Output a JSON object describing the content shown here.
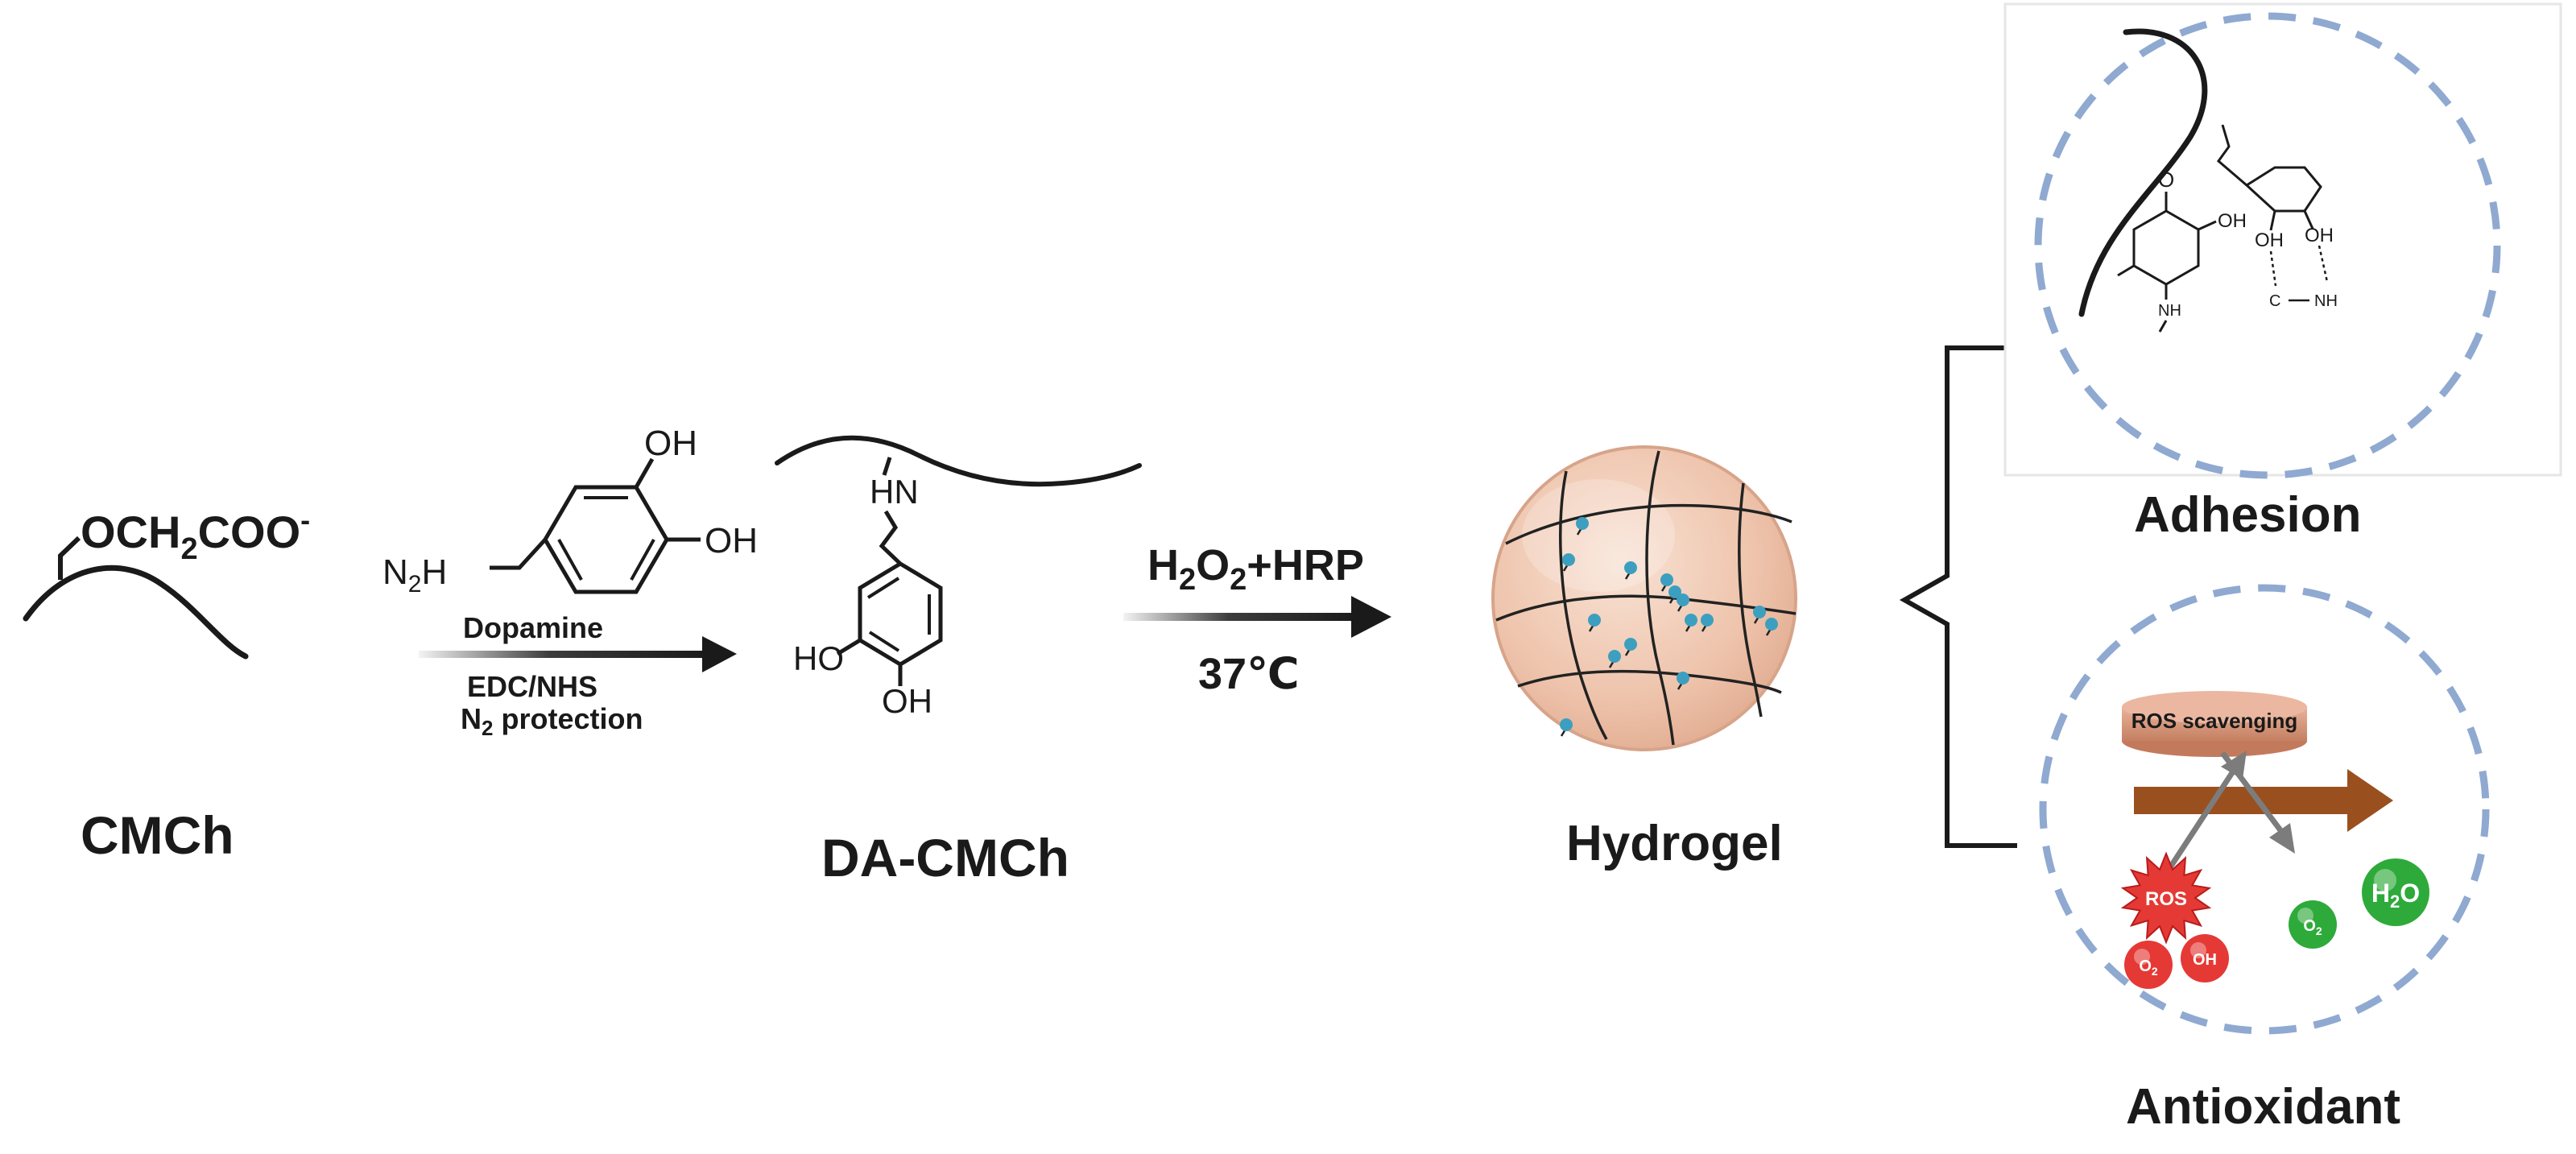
{
  "cmch": {
    "substituent_main": "OCH",
    "substituent_sub": "2",
    "substituent_tail": "COO",
    "substituent_charge": "-",
    "label": "CMCh"
  },
  "step1": {
    "nh2_main": "N",
    "nh2_sub": "2",
    "nh2_tail": "H",
    "oh_top": "OH",
    "oh_right": "OH",
    "reagent": "Dopamine",
    "condition1": "EDC/NHS",
    "condition2_main": "N",
    "condition2_sub": "2",
    "condition2_tail": " protection"
  },
  "da_cmch": {
    "hn": "HN",
    "oh_left": "HO",
    "oh_bottom": "OH",
    "label": "DA-CMCh"
  },
  "step2": {
    "reagent_a": "H",
    "reagent_a_sub": "2",
    "reagent_b": "O",
    "reagent_b_sub": "2",
    "reagent_c": "+HRP",
    "temperature": "37℃"
  },
  "hydrogel": {
    "label": "Hydrogel"
  },
  "adhesion": {
    "label": "Adhesion",
    "o_top": "O",
    "oh_ring": "OH",
    "nh_left": "NH",
    "oh_a": "OH",
    "oh_b": "OH",
    "c_label": "C",
    "nh_right": "NH"
  },
  "antioxidant": {
    "label": "Antioxidant",
    "disk_label": "ROS scavenging",
    "ros_label": "ROS",
    "superoxide_main": "O",
    "superoxide_sub": "2",
    "hydroxyl": "OH",
    "o2_main": "O",
    "o2_sub": "2",
    "h2o_main": "H",
    "h2o_sub": "2",
    "h2o_tail": "O"
  },
  "colors": {
    "ink": "#1a1a1a",
    "dashed_circle": "#8fa9d1",
    "hydrogel_fill": "#f0c9b4",
    "node_dot": "#3d9fbf",
    "disk": "#d99a7e",
    "brown_arrow": "#9a4f1e",
    "ros_red": "#e53935",
    "green_bubble": "#2eaa3a",
    "gray_arrow": "#7c7c7c"
  }
}
